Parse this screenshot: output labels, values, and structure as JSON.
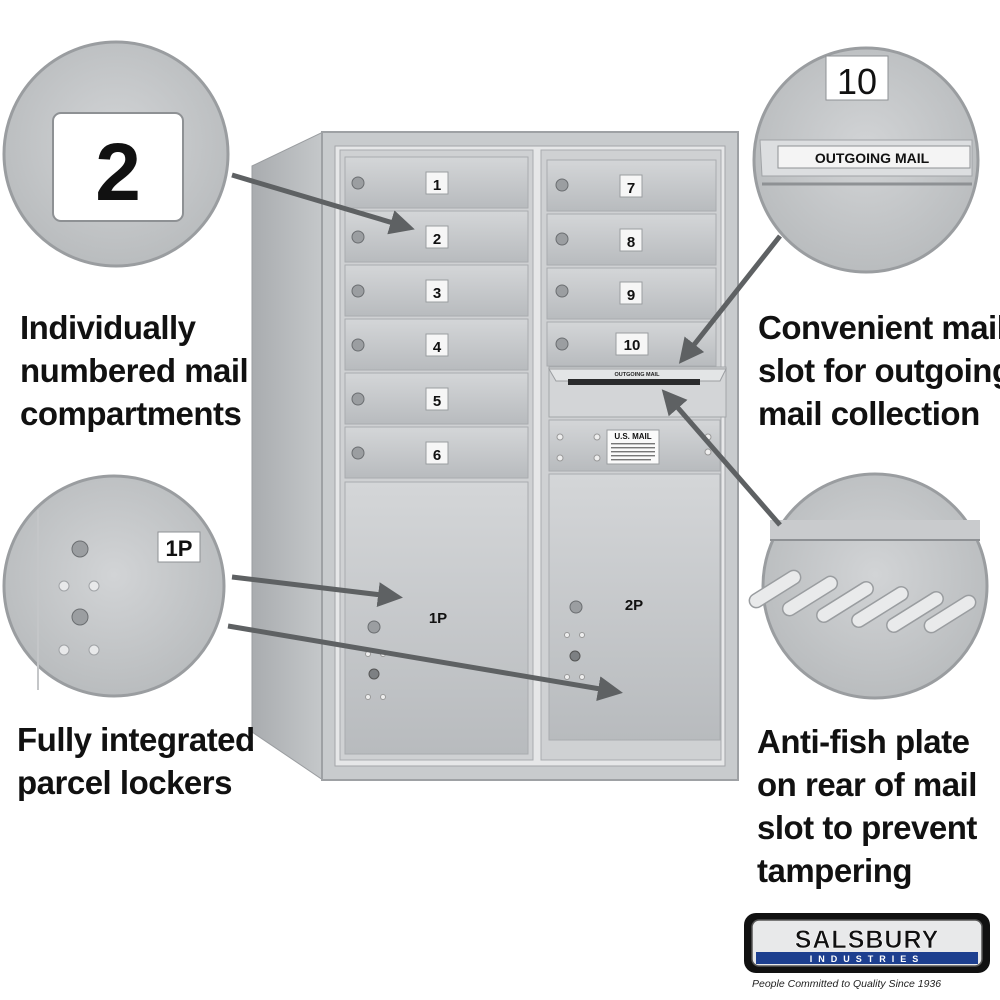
{
  "mailbox": {
    "doors_left": [
      "1",
      "2",
      "3",
      "4",
      "5",
      "6"
    ],
    "doors_right": [
      "7",
      "8",
      "9",
      "10"
    ],
    "outgoing_label": "OUTGOING MAIL",
    "usmail_label": "U.S. MAIL",
    "parcel_left": "1P",
    "parcel_right": "2P"
  },
  "callouts": {
    "numbered_door": "2",
    "parcel_door": "1P",
    "outgoing_number": "10",
    "outgoing_label": "OUTGOING MAIL"
  },
  "captions": {
    "numbered": [
      "Individually",
      "numbered mail",
      "compartments"
    ],
    "parcel": [
      "Fully integrated",
      "parcel lockers"
    ],
    "outgoing": [
      "Convenient mail",
      "slot for outgoing",
      "mail collection"
    ],
    "antifish": [
      "Anti-fish plate",
      "on rear of mail",
      "slot to prevent",
      "tampering"
    ]
  },
  "brand": {
    "name": "SALSBURY",
    "sub": "INDUSTRIES",
    "tagline": "People Committed to Quality Since 1936"
  }
}
